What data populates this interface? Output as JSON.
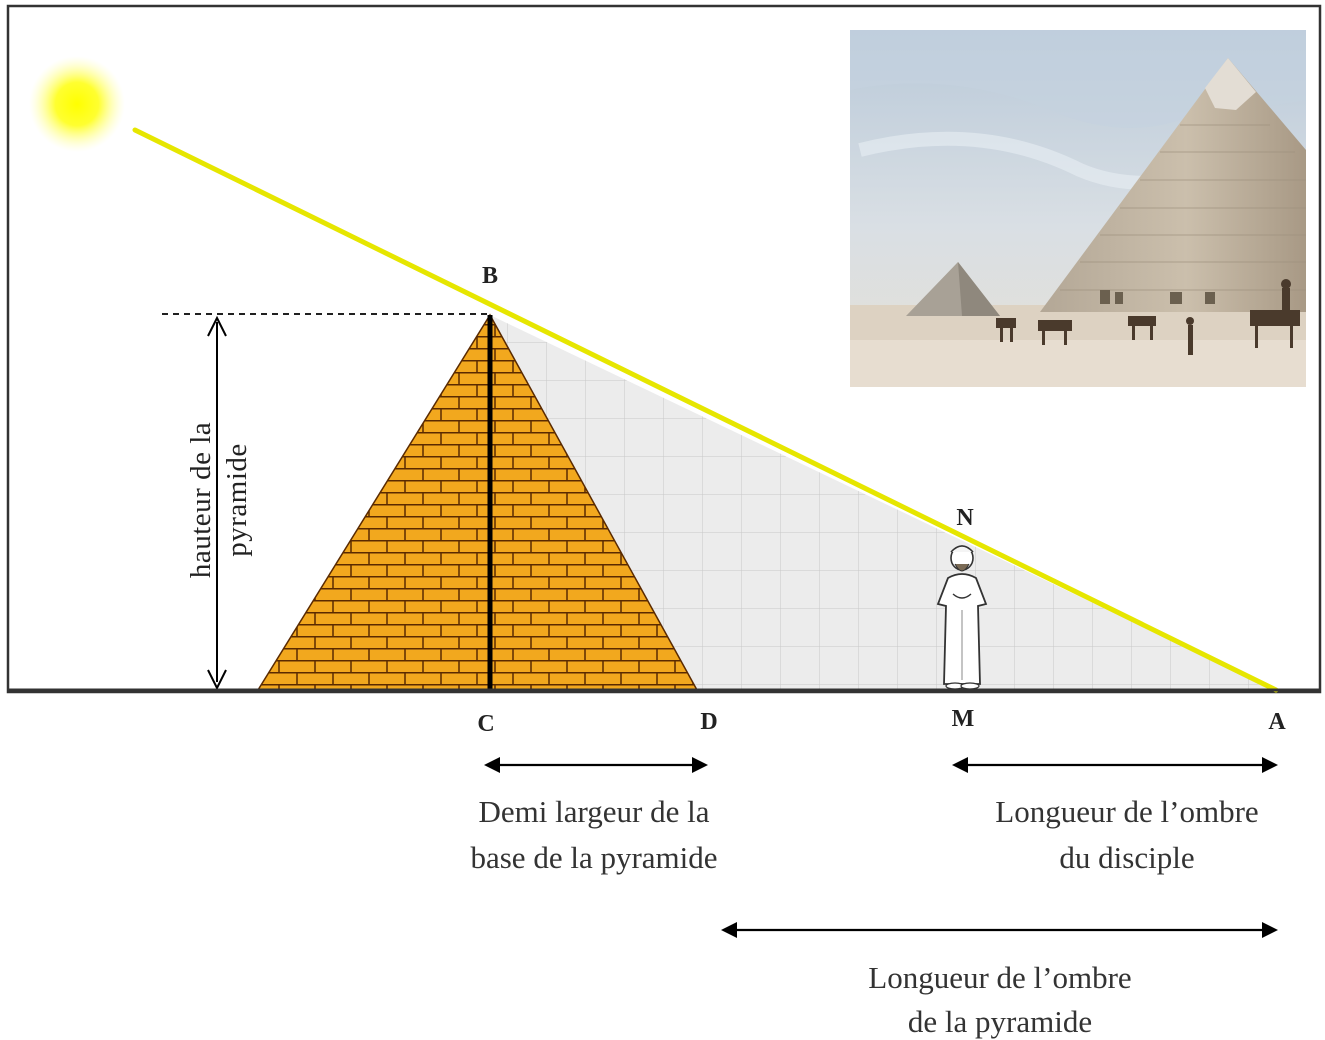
{
  "points": {
    "B": "B",
    "N": "N",
    "C": "C",
    "D": "D",
    "M": "M",
    "A": "A"
  },
  "captions": {
    "height_line1": "hauteur de la",
    "height_line2": "pyramide",
    "half_base_line1": "Demi largeur de la",
    "half_base_line2": "base de la pyramide",
    "disciple_shadow_line1": "Longueur de l’ombre",
    "disciple_shadow_line2": "du disciple",
    "pyramid_shadow_line1": "Longueur de l’ombre",
    "pyramid_shadow_line2": "de la pyramide"
  },
  "colors": {
    "sun_ray": "#e6e600",
    "sun": "#ffff00",
    "brick_fill": "#f2a81e",
    "brick_mortar": "#5a2a00",
    "shadow": "#e9e9e9",
    "shadow_grid": "#c9c9c9",
    "frame": "#333333"
  },
  "icons": {
    "sun": "sun-icon",
    "disciple": "person-figure",
    "photo": "pyramids-photo"
  }
}
